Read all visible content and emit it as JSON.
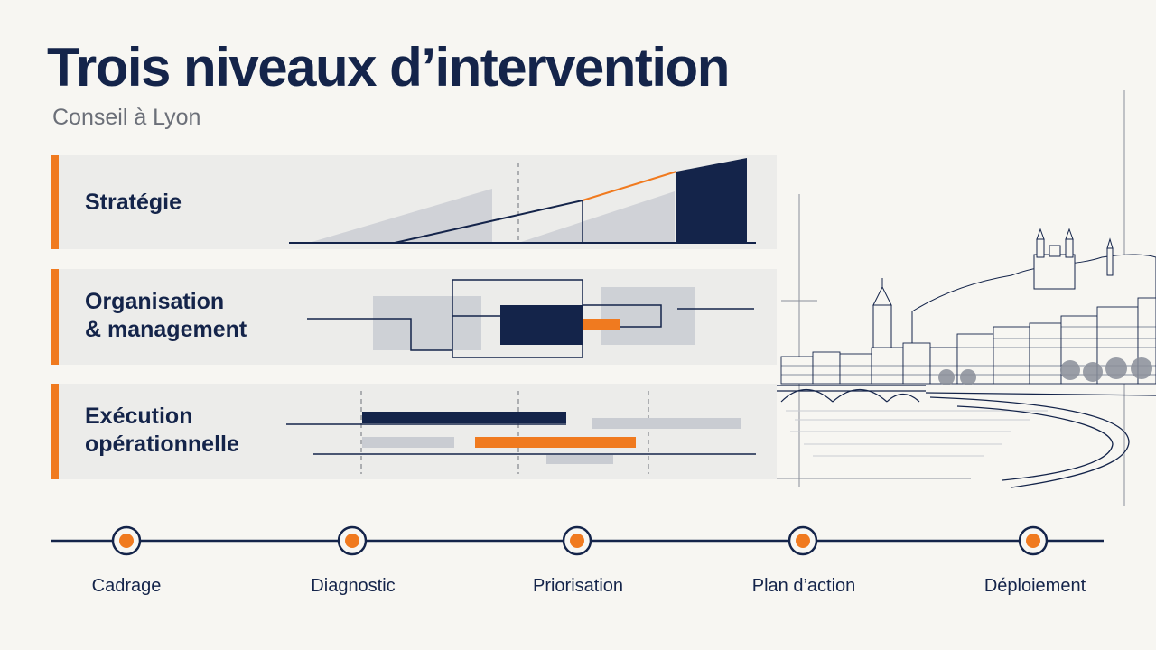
{
  "header": {
    "title": "Trois niveaux d’intervention",
    "subtitle": "Conseil à Lyon"
  },
  "levels": [
    {
      "label_line1": "Stratégie",
      "label_line2": ""
    },
    {
      "label_line1": "Organisation",
      "label_line2": "& management"
    },
    {
      "label_line1": "Exécution",
      "label_line2": "opérationnelle"
    }
  ],
  "timeline": {
    "steps": [
      "Cadrage",
      "Diagnostic",
      "Priorisation",
      "Plan d’action",
      "Déploiement"
    ]
  },
  "colors": {
    "navy": "#14244a",
    "orange": "#f07a1f",
    "band_bg": "#ececea",
    "gray_shape": "#c9ccd2"
  }
}
